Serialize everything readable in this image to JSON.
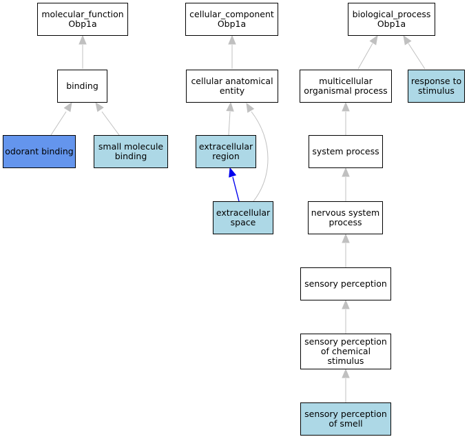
{
  "colors": {
    "plain": "#ffffff",
    "annotated": "#add8e6",
    "primary": "#6495ed",
    "edge_is_a": "#c0c0c0",
    "edge_part_of": "#0000ee"
  },
  "nodes": [
    {
      "id": "mf",
      "label": "molecular_function\nObp1a",
      "fill": "plain"
    },
    {
      "id": "binding",
      "label": "binding",
      "fill": "plain"
    },
    {
      "id": "odorant",
      "label": "odorant binding",
      "fill": "primary"
    },
    {
      "id": "smallmol",
      "label": "small molecule\nbinding",
      "fill": "annotated"
    },
    {
      "id": "cc",
      "label": "cellular_component\nObp1a",
      "fill": "plain"
    },
    {
      "id": "cae",
      "label": "cellular anatomical\nentity",
      "fill": "plain"
    },
    {
      "id": "exreg",
      "label": "extracellular\nregion",
      "fill": "annotated"
    },
    {
      "id": "exspace",
      "label": "extracellular\nspace",
      "fill": "annotated"
    },
    {
      "id": "bp",
      "label": "biological_process\nObp1a",
      "fill": "plain"
    },
    {
      "id": "mop",
      "label": "multicellular\norganismal process",
      "fill": "plain"
    },
    {
      "id": "rts",
      "label": "response to\nstimulus",
      "fill": "annotated"
    },
    {
      "id": "sysproc",
      "label": "system process",
      "fill": "plain"
    },
    {
      "id": "nsp",
      "label": "nervous system\nprocess",
      "fill": "plain"
    },
    {
      "id": "sp",
      "label": "sensory perception",
      "fill": "plain"
    },
    {
      "id": "spcs",
      "label": "sensory perception\nof chemical\nstimulus",
      "fill": "plain"
    },
    {
      "id": "spos",
      "label": "sensory perception\nof smell",
      "fill": "annotated"
    }
  ],
  "edges": [
    {
      "from": "binding",
      "to": "mf",
      "kind": "is_a"
    },
    {
      "from": "odorant",
      "to": "binding",
      "kind": "is_a"
    },
    {
      "from": "smallmol",
      "to": "binding",
      "kind": "is_a"
    },
    {
      "from": "cae",
      "to": "cc",
      "kind": "is_a"
    },
    {
      "from": "exreg",
      "to": "cae",
      "kind": "is_a"
    },
    {
      "from": "exspace",
      "to": "cae",
      "kind": "is_a"
    },
    {
      "from": "exspace",
      "to": "exreg",
      "kind": "part_of"
    },
    {
      "from": "mop",
      "to": "bp",
      "kind": "is_a"
    },
    {
      "from": "rts",
      "to": "bp",
      "kind": "is_a"
    },
    {
      "from": "sysproc",
      "to": "mop",
      "kind": "is_a"
    },
    {
      "from": "nsp",
      "to": "sysproc",
      "kind": "is_a"
    },
    {
      "from": "sp",
      "to": "nsp",
      "kind": "is_a"
    },
    {
      "from": "spcs",
      "to": "sp",
      "kind": "is_a"
    },
    {
      "from": "spos",
      "to": "spcs",
      "kind": "is_a"
    }
  ]
}
